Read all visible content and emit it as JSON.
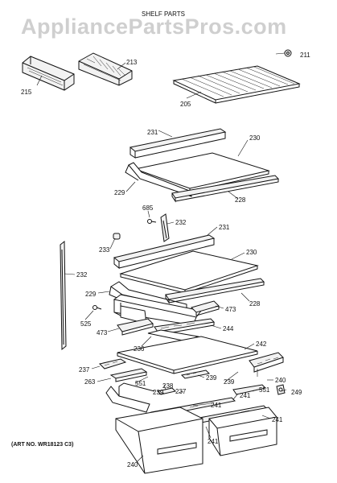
{
  "watermark": "AppliancePartsPros.com",
  "title": "SHELF PARTS",
  "art_number": "(ART NO. WR18123 C3)",
  "labels": {
    "l215": "215",
    "l213": "213",
    "l211": "211",
    "l205": "205",
    "l231a": "231",
    "l230a": "230",
    "l229a": "229",
    "l228a": "228",
    "l685": "685",
    "l232a": "232",
    "l231b": "231",
    "l233": "233",
    "l230b": "230",
    "l232b": "232",
    "l229b": "229",
    "l228b": "228",
    "l473a": "473",
    "l525": "525",
    "l473b": "473",
    "l244": "244",
    "l236": "236",
    "l242": "242",
    "l237a": "237",
    "l263": "263",
    "l551a": "551",
    "l239a": "239",
    "l239b": "239",
    "l239c": "239",
    "l238": "238",
    "l237b": "237",
    "l240a": "240",
    "l249": "249",
    "l241a": "241",
    "l241b": "241",
    "l551b": "551",
    "l241c": "241",
    "l241d": "241",
    "l240b": "240"
  }
}
